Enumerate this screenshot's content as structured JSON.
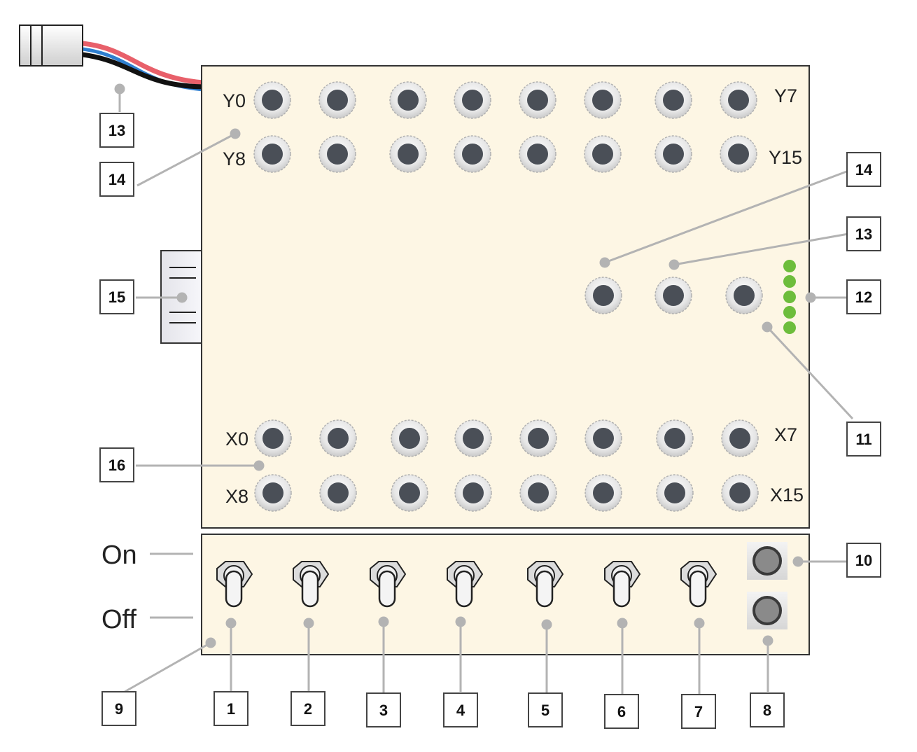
{
  "labels": {
    "y_first": "Y0",
    "y_last": "Y7",
    "y_row2_first": "Y8",
    "y_row2_last": "Y15",
    "x_first": "X0",
    "x_last": "X7",
    "x_row2_first": "X8",
    "x_row2_last": "X15",
    "on": "On",
    "off": "Off"
  },
  "callouts": {
    "c1": "1",
    "c2": "2",
    "c3": "3",
    "c4": "4",
    "c5": "5",
    "c6": "6",
    "c7": "7",
    "c8": "8",
    "c9": "9",
    "c10": "10",
    "c11": "11",
    "c12": "12",
    "c13_top": "13",
    "c13_right": "13",
    "c14_left": "14",
    "c14_right": "14",
    "c15": "15",
    "c16": "16"
  },
  "colors": {
    "panel_fill": "#fdf6e4",
    "panel_border": "#333333",
    "leader_line": "#b3b3b3",
    "led_green": "#6dbd3c",
    "socket_hole": "#4a4f57",
    "wire_red": "#e8606a",
    "wire_blue": "#2f7fd0",
    "wire_black": "#111111"
  },
  "icons": {
    "connector": "plug-connector-icon",
    "toggle": "toggle-switch-icon",
    "push_button": "push-button-icon",
    "socket": "banana-socket-icon",
    "led": "led-indicator-icon"
  }
}
